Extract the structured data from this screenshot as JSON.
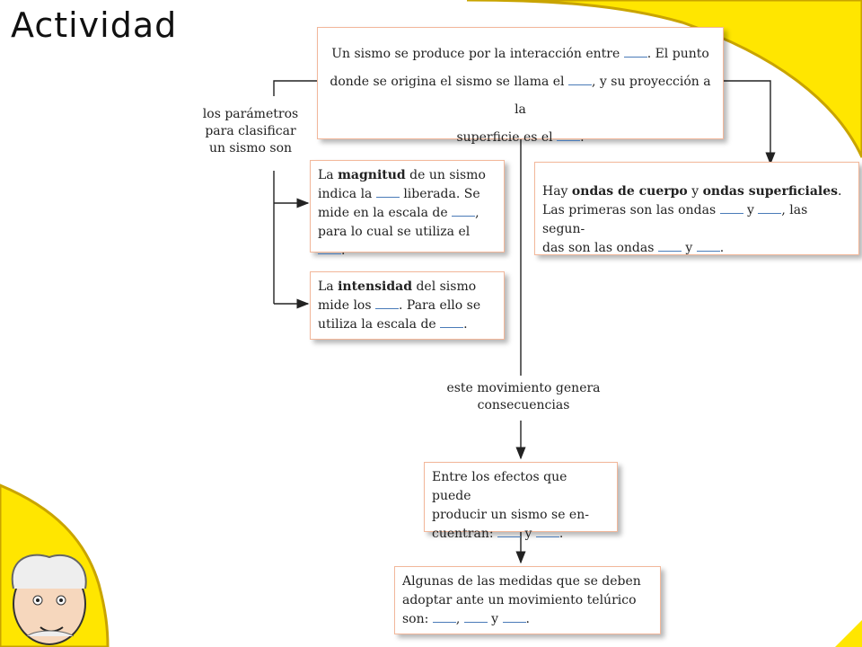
{
  "title": "Actividad",
  "boxes": {
    "main": {
      "l1a": "Un sismo se produce por la interacción entre",
      "l1b": ". El punto",
      "l2a": "donde se origina el sismo se llama el",
      "l2b": ", y su proyección a la",
      "l3a": "superficie es el",
      "l3b": "."
    },
    "magnitud": {
      "l1a": "La ",
      "l1b": "magnitud",
      "l1c": " de un sismo",
      "l2a": "indica la",
      "l2b": "liberada. Se",
      "l3a": "mide en la escala de",
      "l3b": ",",
      "l4a": "para lo cual se utiliza el",
      "l4b": "."
    },
    "intensidad": {
      "l1a": "La ",
      "l1b": "intensidad",
      "l1c": " del sismo",
      "l2a": "mide los",
      "l2b": ". Para ello se",
      "l3a": "utiliza la escala de",
      "l3b": "."
    },
    "ondas": {
      "l1a": "Hay ",
      "l1b": "ondas de cuerpo",
      "l1c": " y ",
      "l1d": "ondas superficiales",
      "l1e": ".",
      "l2a": "Las primeras son las ondas",
      "l2b": "y",
      "l2c": ", las segun-",
      "l3a": "das son las ondas",
      "l3b": "y",
      "l3c": "."
    },
    "efectos": {
      "l1": "Entre los efectos que puede",
      "l2": "producir un sismo se en-",
      "l3a": "cuentran:",
      "l3b": "y",
      "l3c": "."
    },
    "medidas": {
      "l1": "Algunas de las medidas que se deben",
      "l2": "adoptar ante un movimiento telúrico",
      "l3a": "son:",
      "l3b": ",",
      "l3c": "y",
      "l3d": "."
    }
  },
  "labels": {
    "parametros": [
      "los parámetros",
      "para clasificar",
      "un sismo son"
    ],
    "movimiento": [
      "este movimiento genera",
      "consecuencias"
    ]
  },
  "colors": {
    "yellow": "#ffe600",
    "border_yellow": "#c9a400",
    "box_border": "#f2b79a",
    "blank_line": "#4a7bb8"
  }
}
